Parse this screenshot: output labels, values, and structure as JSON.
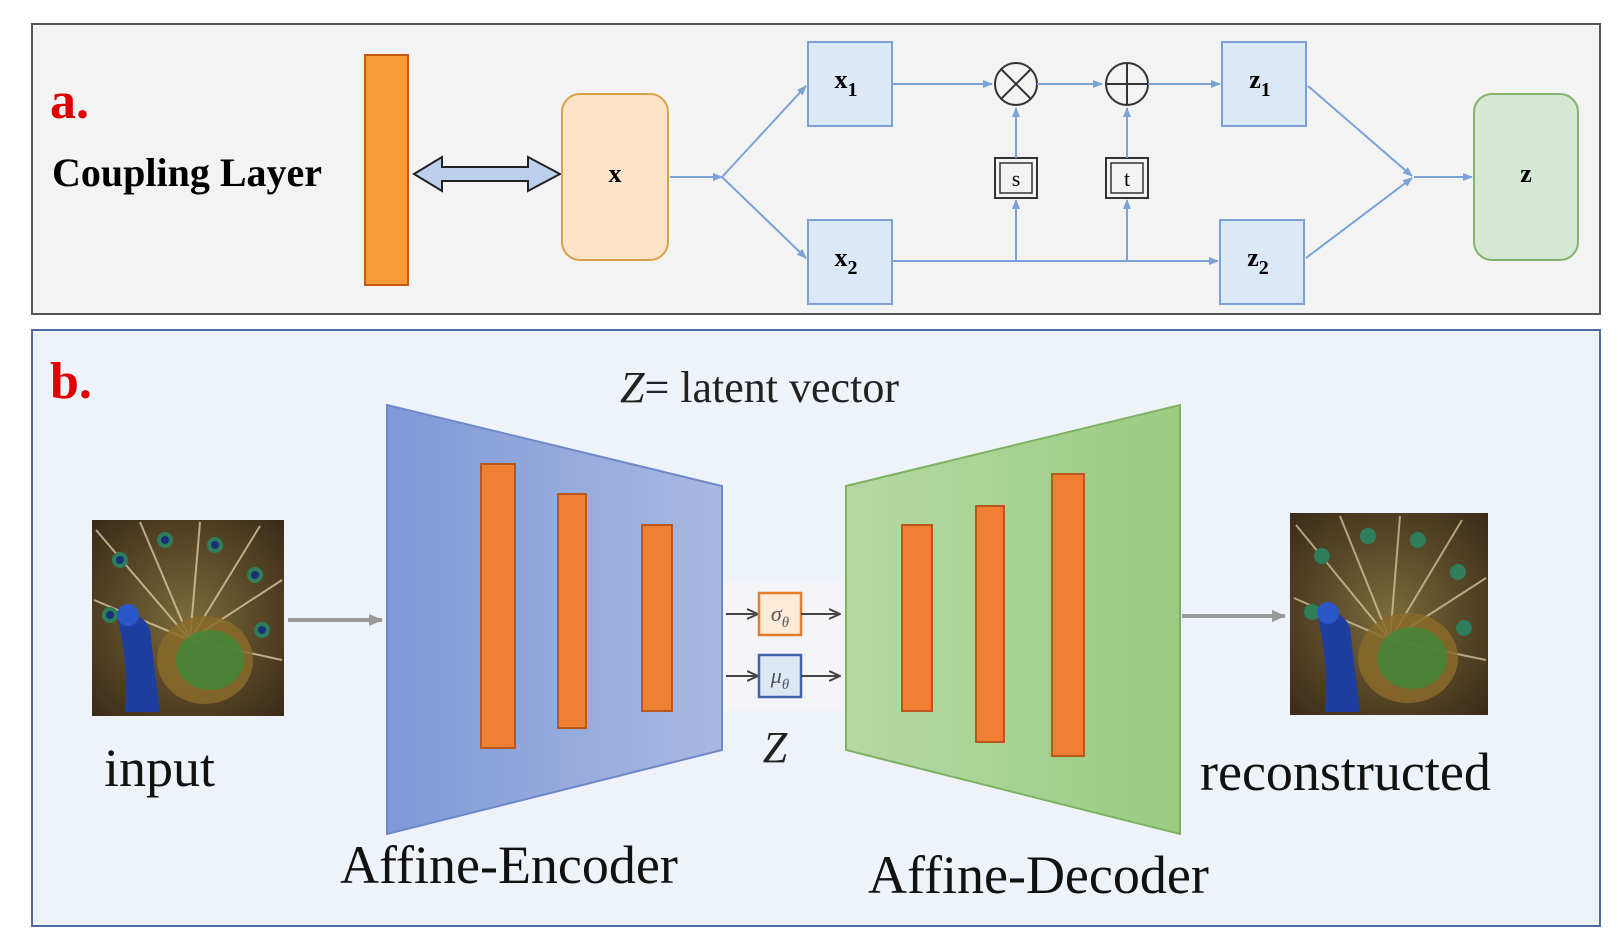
{
  "panel_a": {
    "label": "a.",
    "title": "Coupling Layer",
    "nodes": {
      "x": "x",
      "x1": "x",
      "x1_sub": "1",
      "x2": "x",
      "x2_sub": "2",
      "z1": "z",
      "z1_sub": "1",
      "z2": "z",
      "z2_sub": "2",
      "z": "z",
      "s": "s",
      "t": "t"
    }
  },
  "panel_b": {
    "label": "b.",
    "latent_caption_var": "Z",
    "latent_caption_rest": "= latent vector",
    "sigma": "σ",
    "mu": "μ",
    "theta": "θ",
    "z_label": "Z",
    "input_label": "input",
    "output_label": "reconstructed",
    "encoder_label": "Affine-Encoder",
    "decoder_label": "Affine-Decoder"
  },
  "colors": {
    "panel_a_bg": "#f3f3f3",
    "panel_b_bg": "#eef3f9",
    "red_label": "#e00000",
    "orange_bar": "#f89a36",
    "x_box": "#fde3c8",
    "blue_box": "#dbe8f7",
    "green_box": "#d5e8d4",
    "arrow_blue": "#7aa2d6",
    "encoder_blue": "#8fa8dc",
    "decoder_green": "#a9d08e",
    "layer_orange": "#ee7f33"
  }
}
